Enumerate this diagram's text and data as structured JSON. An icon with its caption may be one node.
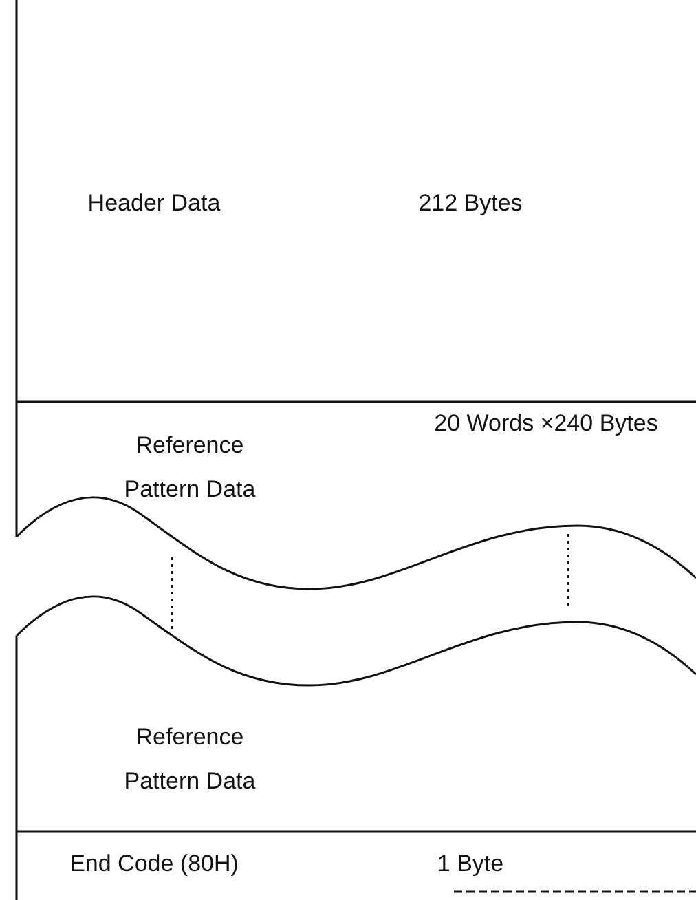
{
  "diagram": {
    "nodes": [
      {
        "text": [
          "Header Data",
          "212 Bytes"
        ]
      },
      {
        "text": [
          "Reference Pattern Data",
          "20 Words ×240 Bytes"
        ]
      },
      {
        "text": [
          "Reference Pattern Data"
        ]
      },
      {
        "text": [
          "End Code (80H)",
          "1 Byte"
        ]
      }
    ]
  }
}
